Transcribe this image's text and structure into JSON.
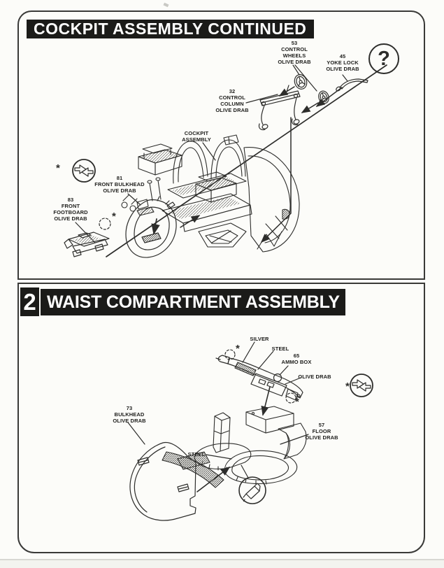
{
  "symbols": {
    "asterisk": "*",
    "question_mark": "?"
  },
  "colors": {
    "ink": "#2d2d2b",
    "bar_bg": "#1b1b19",
    "bar_text": "#ffffff",
    "paper": "#fcfcf9"
  },
  "panel1": {
    "title": "COCKPIT ASSEMBLY CONTINUED",
    "labels": {
      "control_wheels": {
        "num": "53",
        "name1": "CONTROL",
        "name2": "WHEELS",
        "finish": "OLIVE DRAB"
      },
      "yoke_lock": {
        "num": "45",
        "name1": "YOKE LOCK",
        "finish": "OLIVE DRAB"
      },
      "control_column": {
        "num": "32",
        "name1": "CONTROL",
        "name2": "COLUMN",
        "finish": "OLIVE DRAB"
      },
      "cockpit_assembly": {
        "name1": "COCKPIT",
        "name2": "ASSEMBLY"
      },
      "front_bulkhead": {
        "num": "81",
        "name1": "FRONT BULKHEAD",
        "finish": "OLIVE DRAB"
      },
      "front_footboard": {
        "num": "83",
        "name1": "FRONT",
        "name2": "FOOTBOARD",
        "finish": "OLIVE DRAB"
      }
    }
  },
  "panel2": {
    "step_number": "2",
    "title": "WAIST COMPARTMENT ASSEMBLY",
    "labels": {
      "silver": "SILVER",
      "steel_upper": "STEEL",
      "ammo_box": {
        "num": "65",
        "name1": "AMMO BOX"
      },
      "olive_drab": "OLIVE DRAB",
      "bulkhead": {
        "num": "73",
        "name1": "BULKHEAD",
        "finish": "OLIVE DRAB"
      },
      "floor": {
        "num": "57",
        "name1": "FLOOR",
        "finish": "OLIVE DRAB"
      },
      "steel_lower": "STEEL"
    }
  }
}
